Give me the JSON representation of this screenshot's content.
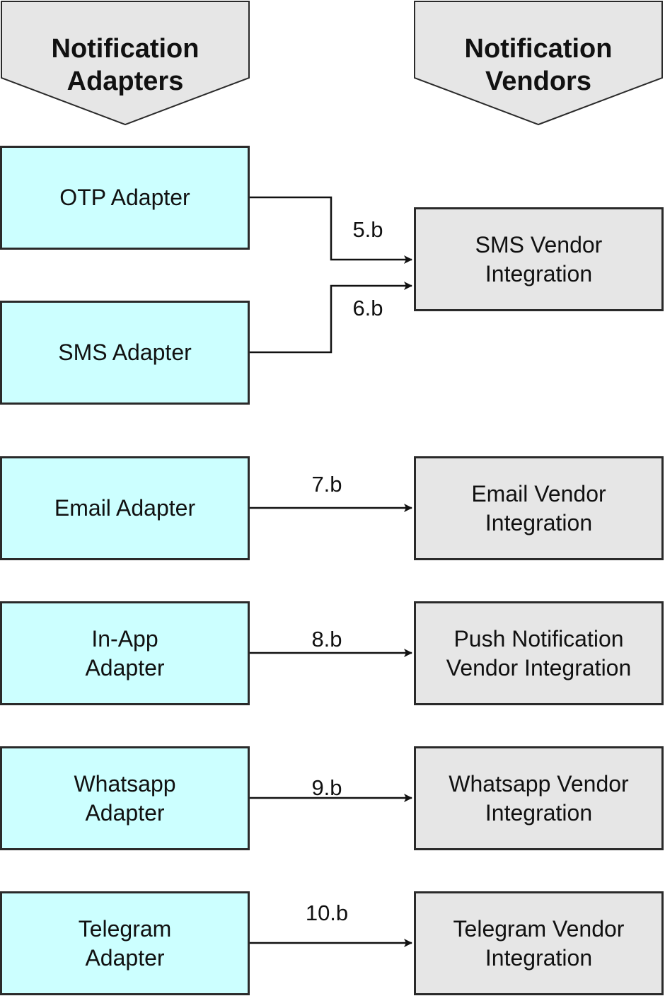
{
  "colors": {
    "adapter_fill": "#ccffff",
    "vendor_fill": "#e6e6e6",
    "header_fill": "#e6e6e6",
    "stroke": "#2a2a2a"
  },
  "headers": {
    "adapters": [
      "Notification",
      "Adapters"
    ],
    "vendors": [
      "Notification",
      "Vendors"
    ]
  },
  "adapters": [
    {
      "id": "otp",
      "lines": [
        "OTP Adapter"
      ]
    },
    {
      "id": "sms",
      "lines": [
        "SMS Adapter"
      ]
    },
    {
      "id": "email",
      "lines": [
        "Email Adapter"
      ]
    },
    {
      "id": "inapp",
      "lines": [
        "In-App",
        "Adapter"
      ]
    },
    {
      "id": "whatsapp",
      "lines": [
        "Whatsapp",
        "Adapter"
      ]
    },
    {
      "id": "telegram",
      "lines": [
        "Telegram",
        "Adapter"
      ]
    }
  ],
  "vendors": [
    {
      "id": "sms",
      "lines": [
        "SMS Vendor",
        "Integration"
      ]
    },
    {
      "id": "email",
      "lines": [
        "Email Vendor",
        "Integration"
      ]
    },
    {
      "id": "push",
      "lines": [
        "Push Notification",
        "Vendor Integration"
      ]
    },
    {
      "id": "whatsapp",
      "lines": [
        "Whatsapp Vendor",
        "Integration"
      ]
    },
    {
      "id": "telegram",
      "lines": [
        "Telegram Vendor",
        "Integration"
      ]
    }
  ],
  "edges": [
    {
      "from": "otp",
      "to": "sms",
      "label": "5.b"
    },
    {
      "from": "sms",
      "to": "sms",
      "label": "6.b"
    },
    {
      "from": "email",
      "to": "email",
      "label": "7.b"
    },
    {
      "from": "inapp",
      "to": "push",
      "label": "8.b"
    },
    {
      "from": "whatsapp",
      "to": "whatsapp",
      "label": "9.b"
    },
    {
      "from": "telegram",
      "to": "telegram",
      "label": "10.b"
    }
  ]
}
